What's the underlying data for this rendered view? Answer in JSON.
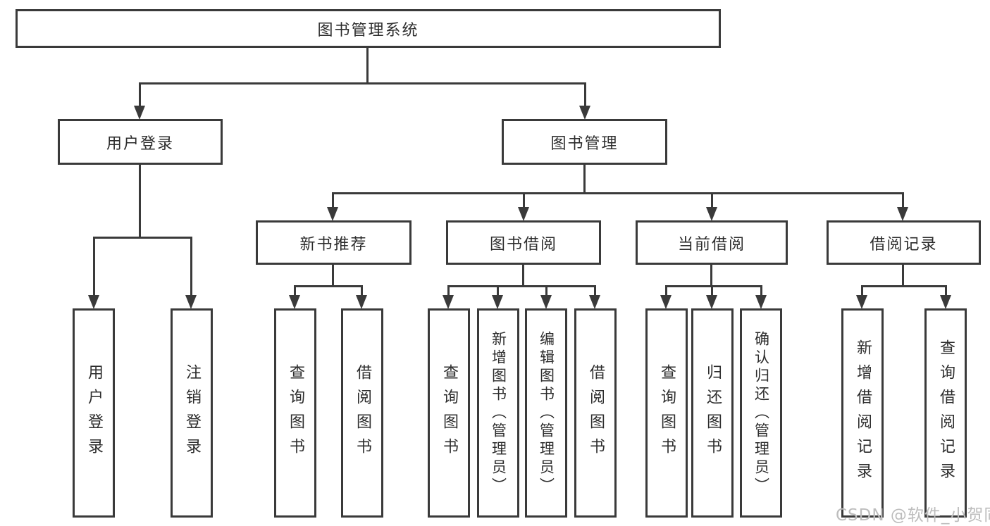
{
  "title": "图书管理系统",
  "tree": {
    "root": {
      "label": "图书管理系统"
    },
    "branches": [
      {
        "label": "用户登录",
        "children": [
          {
            "label": "用户登录"
          },
          {
            "label": "注销登录"
          }
        ]
      },
      {
        "label": "图书管理",
        "sections": [
          {
            "label": "新书推荐",
            "children": [
              {
                "label": "查询图书"
              },
              {
                "label": "借阅图书"
              }
            ]
          },
          {
            "label": "图书借阅",
            "children": [
              {
                "label": "查询图书"
              },
              {
                "label": "新增图书（管理员）"
              },
              {
                "label": "编辑图书（管理员）"
              },
              {
                "label": "借阅图书"
              }
            ]
          },
          {
            "label": "当前借阅",
            "children": [
              {
                "label": "查询图书"
              },
              {
                "label": "归还图书"
              },
              {
                "label": "确认归还（管理员）"
              }
            ]
          },
          {
            "label": "借阅记录",
            "children": [
              {
                "label": "新增借阅记录"
              },
              {
                "label": "查询借阅记录"
              }
            ]
          }
        ]
      }
    ]
  },
  "watermark": "CSDN @软件_小贺同学",
  "colors": {
    "line": "#3a3a3a",
    "text": "#2d2d2d",
    "watermark": "#bdbdbd",
    "background": "#ffffff"
  }
}
